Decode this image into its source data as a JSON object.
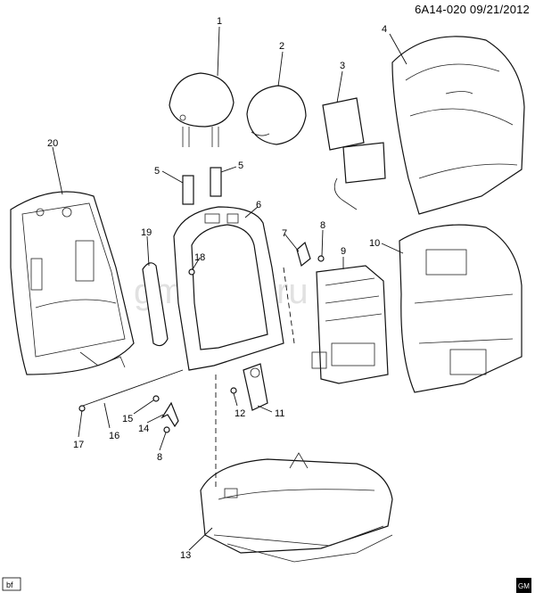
{
  "header": {
    "diagram_code": "6A14-020",
    "date": "09/21/2012"
  },
  "corner_tag": "bf",
  "watermark": "gmsklad.ru",
  "gm_logo": "GM",
  "callouts": {
    "c1": "1",
    "c2": "2",
    "c3": "3",
    "c4": "4",
    "c5a": "5",
    "c5b": "5",
    "c6": "6",
    "c7": "7",
    "c8a": "8",
    "c8b": "8",
    "c9": "9",
    "c10": "10",
    "c11": "11",
    "c12": "12",
    "c13": "13",
    "c14": "14",
    "c15": "15",
    "c16": "16",
    "c17": "17",
    "c18": "18",
    "c19": "19",
    "c20": "20"
  }
}
